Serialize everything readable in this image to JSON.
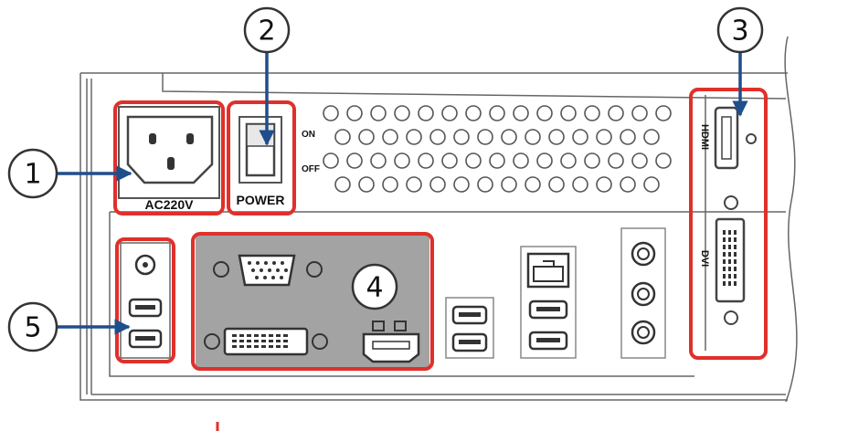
{
  "labels": {
    "on": "ON",
    "off": "OFF",
    "ac": "AC220V",
    "power": "POWER",
    "hdmi": "HDMI",
    "dvi": "DVI"
  },
  "callouts": [
    {
      "id": "1"
    },
    {
      "id": "2"
    },
    {
      "id": "3"
    },
    {
      "id": "4"
    },
    {
      "id": "5"
    }
  ],
  "colors": {
    "highlight": "#e0302b",
    "arrow": "#1f4e8c",
    "line": "#555555",
    "port_fill": "#ffffff",
    "panel_fill": "#f7f7f7",
    "io_fill": "#a3a3a3"
  }
}
